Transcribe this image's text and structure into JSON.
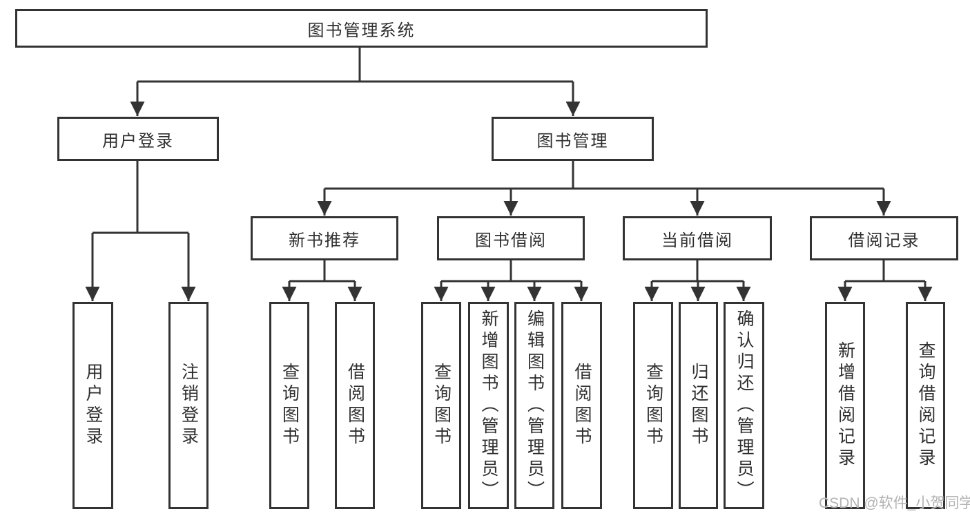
{
  "diagram": {
    "type": "tree",
    "root": {
      "label": "图书管理系统",
      "children": [
        {
          "label": "用户登录",
          "children": [
            {
              "label": "用户登录"
            },
            {
              "label": "注销登录"
            }
          ]
        },
        {
          "label": "图书管理",
          "children": [
            {
              "label": "新书推荐",
              "children": [
                {
                  "label": "查询图书"
                },
                {
                  "label": "借阅图书"
                }
              ]
            },
            {
              "label": "图书借阅",
              "children": [
                {
                  "label": "查询图书"
                },
                {
                  "label": "新增图书（管理员）"
                },
                {
                  "label": "编辑图书（管理员）"
                },
                {
                  "label": "借阅图书"
                }
              ]
            },
            {
              "label": "当前借阅",
              "children": [
                {
                  "label": "查询图书"
                },
                {
                  "label": "归还图书"
                },
                {
                  "label": "确认归还（管理员）"
                }
              ]
            },
            {
              "label": "借阅记录",
              "children": [
                {
                  "label": "新增借阅记录"
                },
                {
                  "label": "查询借阅记录"
                }
              ]
            }
          ]
        }
      ]
    }
  },
  "watermark": {
    "text": "CSDN @软件_小贺同学"
  },
  "colors": {
    "line": "#333333",
    "box_border": "#333333",
    "text": "#2f2f2f",
    "watermark": "#b3b3b3",
    "background": "#ffffff"
  }
}
